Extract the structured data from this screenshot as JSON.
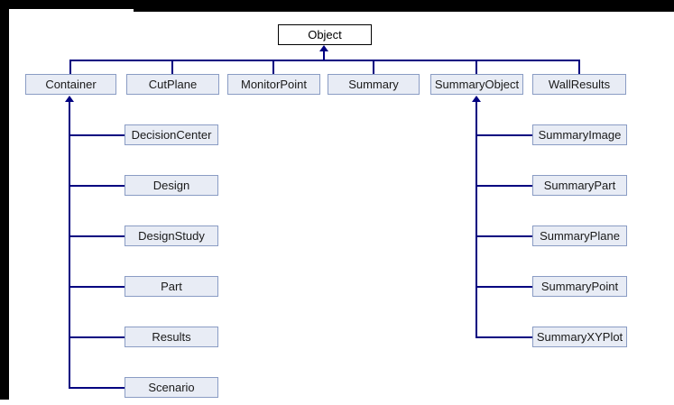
{
  "diagram": {
    "root": {
      "label": "Object"
    },
    "level2": [
      {
        "label": "Container"
      },
      {
        "label": "CutPlane"
      },
      {
        "label": "MonitorPoint"
      },
      {
        "label": "Summary"
      },
      {
        "label": "SummaryObject"
      },
      {
        "label": "WallResults"
      }
    ],
    "container_children": [
      {
        "label": "DecisionCenter"
      },
      {
        "label": "Design"
      },
      {
        "label": "DesignStudy"
      },
      {
        "label": "Part"
      },
      {
        "label": "Results"
      },
      {
        "label": "Scenario"
      }
    ],
    "summaryobject_children": [
      {
        "label": "SummaryImage"
      },
      {
        "label": "SummaryPart"
      },
      {
        "label": "SummaryPlane"
      },
      {
        "label": "SummaryPoint"
      },
      {
        "label": "SummaryXYPlot"
      }
    ]
  },
  "colors": {
    "frame": "#000000",
    "line": "#000080",
    "node_fill": "#e8ecf5",
    "node_border": "#8a9cc4",
    "root_fill": "#ffffff",
    "root_border": "#000000"
  }
}
